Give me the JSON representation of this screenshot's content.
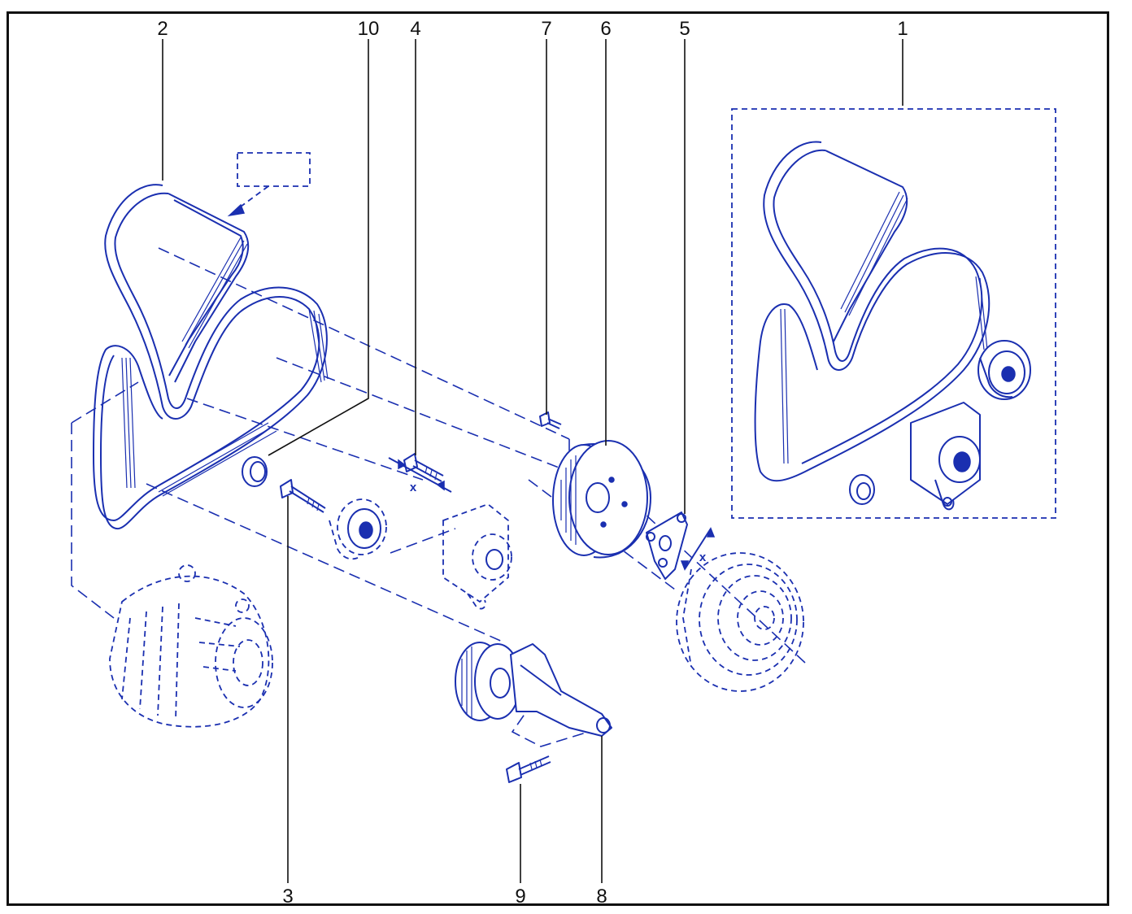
{
  "callouts": [
    {
      "id": "1",
      "label": "1"
    },
    {
      "id": "2",
      "label": "2"
    },
    {
      "id": "3",
      "label": "3"
    },
    {
      "id": "4",
      "label": "4"
    },
    {
      "id": "5",
      "label": "5"
    },
    {
      "id": "6",
      "label": "6"
    },
    {
      "id": "7",
      "label": "7"
    },
    {
      "id": "8",
      "label": "8"
    },
    {
      "id": "9",
      "label": "9"
    },
    {
      "id": "10",
      "label": "10"
    }
  ],
  "dimensions": {
    "x_left": "x",
    "x_right": "x"
  },
  "colors": {
    "line_art": "#1a2fb0",
    "callout_text": "#111111",
    "frame": "#111111"
  }
}
